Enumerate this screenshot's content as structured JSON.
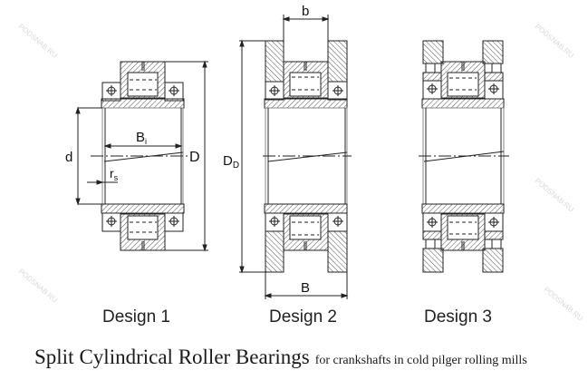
{
  "watermark": "PODSNAB.RU",
  "dimension_labels": {
    "d": "d",
    "Bi": "B",
    "Bi_sub": "i",
    "D": "D",
    "rs": "r",
    "rs_sub": "s",
    "DD": "D",
    "DD_sub": "D",
    "b": "b",
    "B": "B"
  },
  "designs": [
    {
      "label": "Design 1"
    },
    {
      "label": "Design 2"
    },
    {
      "label": "Design 3"
    }
  ],
  "caption": {
    "split": "Split",
    "main": "Cylindrical Roller Bearings",
    "sub": "for crankshafts in cold pilger rolling mills"
  },
  "colors": {
    "line": "#222222",
    "hatch": "#555555",
    "watermark": "#d8d8d8"
  }
}
